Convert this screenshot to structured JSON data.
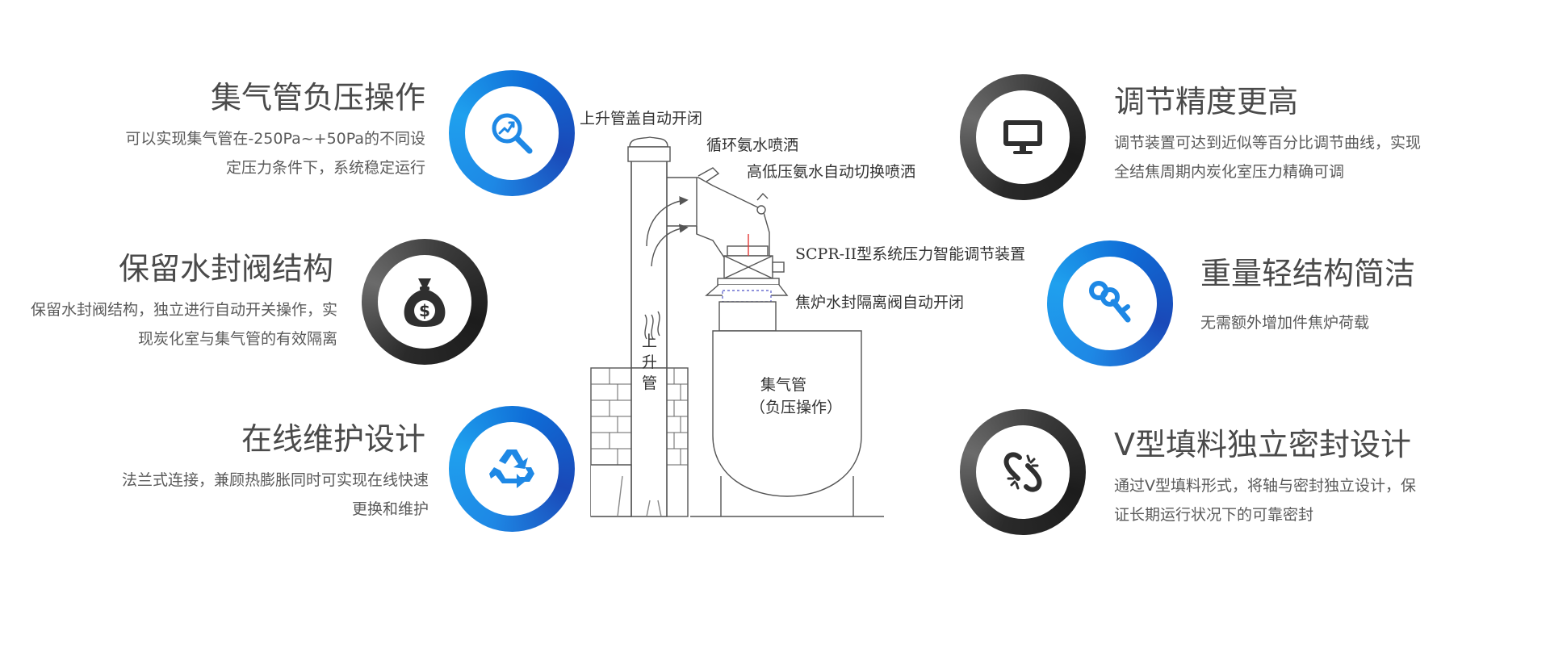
{
  "features": {
    "left": [
      {
        "title": "集气管负压操作",
        "desc": [
          "可以实现集气管在-250Pa~+50Pa的不同设",
          "定压力条件下，系统稳定运行"
        ],
        "icon": "search-chart-icon",
        "ring": "blue"
      },
      {
        "title": "保留水封阀结构",
        "desc": [
          "保留水封阀结构，独立进行自动开关操作，实",
          "现炭化室与集气管的有效隔离"
        ],
        "icon": "money-bag-icon",
        "ring": "dark"
      },
      {
        "title": "在线维护设计",
        "desc": [
          "法兰式连接，兼顾热膨胀同时可实现在线快速",
          "更换和维护"
        ],
        "icon": "recycle-icon",
        "ring": "blue"
      }
    ],
    "right": [
      {
        "title": "调节精度更高",
        "desc": [
          "调节装置可达到近似等百分比调节曲线，实现",
          "全结焦周期内炭化室压力精确可调"
        ],
        "icon": "monitor-icon",
        "ring": "dark"
      },
      {
        "title": "重量轻结构简洁",
        "desc": [
          "无需额外增加件焦炉荷载"
        ],
        "icon": "key-icon",
        "ring": "blue"
      },
      {
        "title": "V型填料独立密封设计",
        "desc": [
          "通过V型填料形式，将轴与密封独立设计，保",
          "证长期运行状况下的可靠密封"
        ],
        "icon": "broken-link-icon",
        "ring": "dark"
      }
    ]
  },
  "diagram": {
    "labels": {
      "riser_cover": "上升管盖自动开闭",
      "ammonia_spray": "循环氨水喷洒",
      "hl_switch": "高低压氨水自动切换喷洒",
      "scpr": "SCPR-II型系统压力智能调节装置",
      "water_seal": "焦炉水封隔离阀自动开闭",
      "riser_1": "上",
      "riser_2": "升",
      "riser_3": "管",
      "collector": "集气管",
      "collector_sub": "（负压操作）"
    }
  },
  "colors": {
    "blue": "#1e88e5",
    "dark": "#2f2f2f",
    "title": "#4a4a4a",
    "text": "#5a5a5a"
  }
}
